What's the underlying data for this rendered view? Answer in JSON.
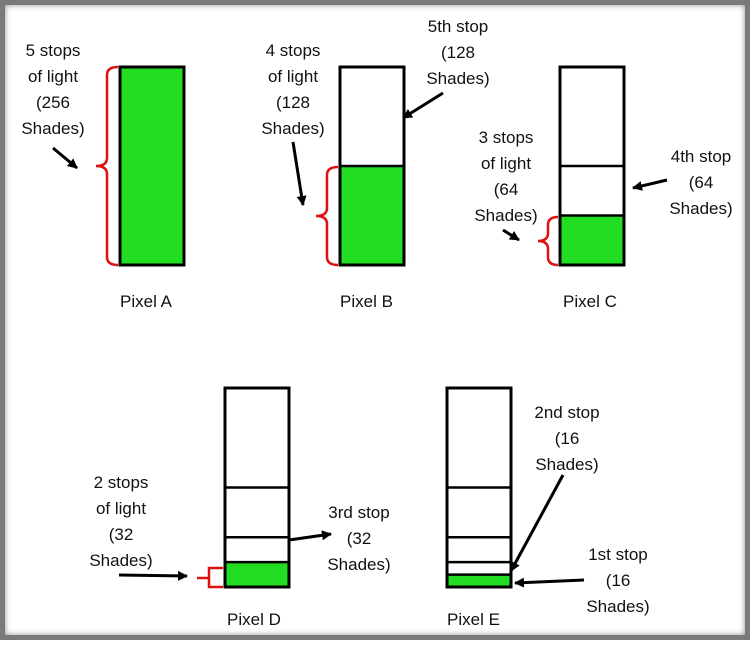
{
  "colors": {
    "fill": "#22dd22",
    "outline": "#000000",
    "bracket": "#dd1111",
    "arrow": "#000000"
  },
  "pixels": [
    {
      "name": "Pixel A",
      "stops_label": "5 stops\nof light\n(256\nShades)",
      "lit_stops": 5,
      "dividers": []
    },
    {
      "name": "Pixel B",
      "stops_label": "4 stops\nof light\n(128\nShades)",
      "lit_stops": 4,
      "dividers": [
        0.5
      ],
      "stop_notes": [
        "5th stop\n(128\nShades)"
      ]
    },
    {
      "name": "Pixel C",
      "stops_label": "3 stops\nof light\n(64\nShades)",
      "lit_stops": 3,
      "dividers": [
        0.5,
        0.25
      ],
      "stop_notes": [
        "4th stop\n(64\nShades)"
      ]
    },
    {
      "name": "Pixel D",
      "stops_label": "2 stops\nof light\n(32\nShades)",
      "lit_stops": 2,
      "dividers": [
        0.5,
        0.25,
        0.125
      ],
      "stop_notes": [
        "3rd stop\n(32\nShades)"
      ]
    },
    {
      "name": "Pixel E",
      "stops_label": "",
      "lit_stops": 1,
      "dividers": [
        0.5,
        0.25,
        0.125,
        0.0625
      ],
      "stop_notes": [
        "2nd stop\n(16\nShades)",
        "1st stop\n(16\nShades)"
      ]
    }
  ]
}
